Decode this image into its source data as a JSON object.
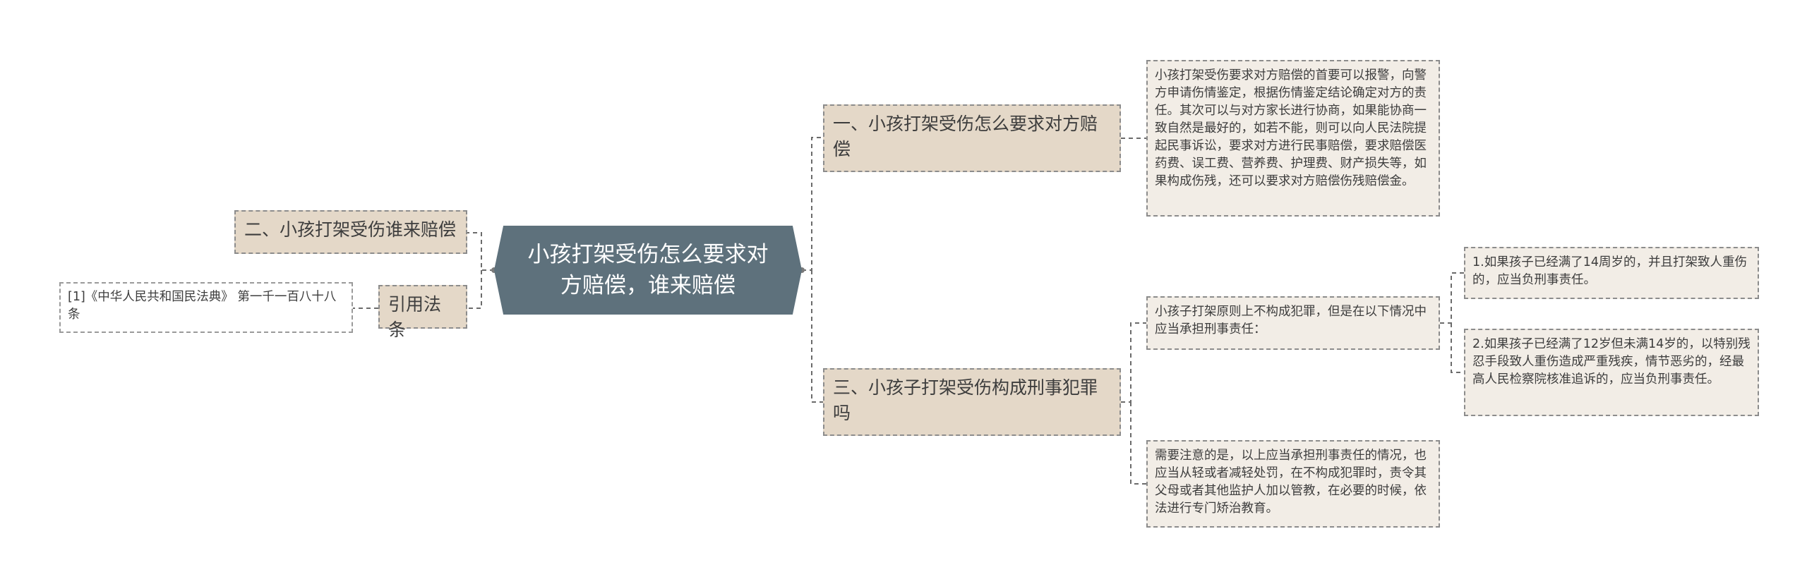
{
  "center": {
    "title": "小孩打架受伤怎么要求对方赔偿，谁来赔偿"
  },
  "left": {
    "topic2": "二、小孩打架受伤谁来赔偿",
    "law_ref": "引用法条",
    "law_ref_item": "[1]《中华人民共和国民法典》 第一千一百八十八条"
  },
  "right": {
    "topic1": "一、小孩打架受伤怎么要求对方赔偿",
    "topic1_detail": "小孩打架受伤要求对方赔偿的首要可以报警，向警方申请伤情鉴定，根据伤情鉴定结论确定对方的责任。其次可以与对方家长进行协商，如果能协商一致自然是最好的，如若不能，则可以向人民法院提起民事诉讼，要求对方进行民事赔偿，要求赔偿医药费、误工费、营养费、护理费、财产损失等，如果构成伤残，还可以要求对方赔偿伤残赔偿金。",
    "topic3": "三、小孩子打架受伤构成刑事犯罪吗",
    "topic3_principle": "小孩子打架原则上不构成犯罪，但是在以下情况中应当承担刑事责任：",
    "case1": "1.如果孩子已经满了14周岁的，并且打架致人重伤的，应当负刑事责任。",
    "case2": "2.如果孩子已经满了12岁但未满14岁的，以特别残忍手段致人重伤造成严重残疾，情节恶劣的，经最高人民检察院核准追诉的，应当负刑事责任。",
    "topic3_note": "需要注意的是，以上应当承担刑事责任的情况，也应当从轻或者减轻处罚，在不构成犯罪时，责令其父母或者其他监护人加以管教，在必要的时候，依法进行专门矫治教育。"
  },
  "colors": {
    "center_fill": "#5e717c",
    "topic_fill": "#e4d8c8",
    "detail_fill": "#f2ede6",
    "connector": "#6b6b6b"
  }
}
